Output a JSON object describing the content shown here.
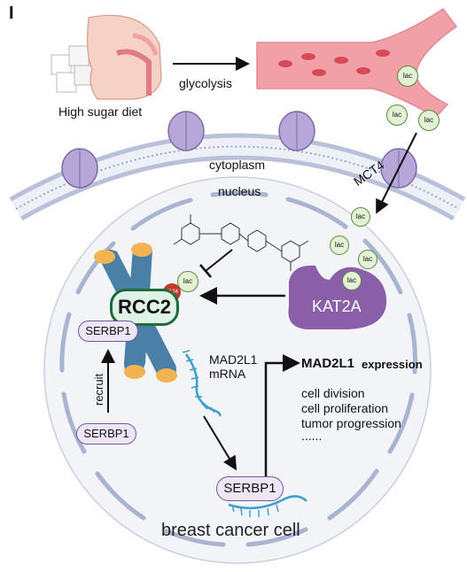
{
  "panel_label": "I",
  "labels": {
    "high_sugar_diet": "High sugar diet",
    "glycolysis": "glycolysis",
    "cytoplasm": "cytoplasm",
    "nucleus": "nucleus",
    "mct4": "MCT4",
    "lac": "lac",
    "k124": "K124",
    "rcc2": "RCC2",
    "serbp1": "SERBP1",
    "kat2a": "KAT2A",
    "recruit": "recruit",
    "mad2l1_mrna_line1": "MAD2L1",
    "mad2l1_mrna_line2": "mRNA",
    "mad2l1_expression_gene": "MAD2L1",
    "mad2l1_expression_word": "expression",
    "outcomes": [
      "cell division",
      "cell proliferation",
      "tumor progression",
      "......"
    ],
    "cell_label": "breast cancer cell"
  },
  "colors": {
    "membrane": "#9aa6c4",
    "channel": "#b7a6d8",
    "nucleus_fill": "#e9ebf3",
    "chromosome": "#4a7fa8",
    "chromosome_tip": "#f2b350",
    "rcc2_fill": "#dff2e6",
    "rcc2_border": "#1f6b3c",
    "kat2a": "#8b5ea9",
    "lac_fill": "#e3f1d4",
    "lac_border": "#5a8a3c",
    "k124_fill": "#c0392b",
    "vessel": "#f2a0a8",
    "rbc": "#d64a55",
    "rna": "#3aa0cf"
  },
  "icons": [
    "sugar-cube-icon",
    "head-profile-icon",
    "blood-vessel-icon",
    "lac-molecule-icon",
    "chemical-inhibitor-icon"
  ]
}
